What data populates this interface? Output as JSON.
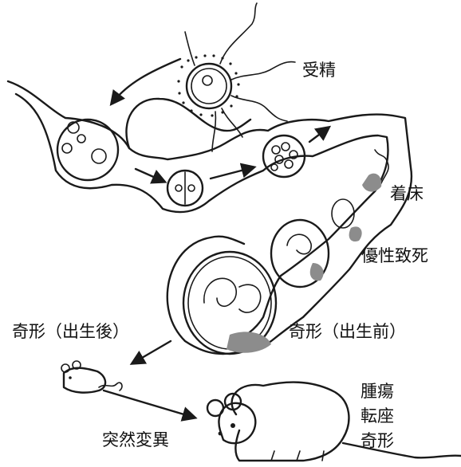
{
  "labels": {
    "fertilization": "受精",
    "implantation": "着床",
    "dominant_lethal": "優性致死",
    "malformation_postnatal": "奇形（出生後）",
    "malformation_prenatal": "奇形（出生前）",
    "mutation": "突然変異"
  },
  "outcomes": [
    "腫瘍",
    "転座",
    "奇形"
  ],
  "icons": [
    "egg-sperm-icon",
    "embryo-icon",
    "fetus-icon",
    "mouse-pup-icon",
    "adult-mouse-icon"
  ],
  "colors": {
    "ink": "#1a1a1a",
    "shade": "#8c8c8c",
    "background": "#ffffff"
  }
}
